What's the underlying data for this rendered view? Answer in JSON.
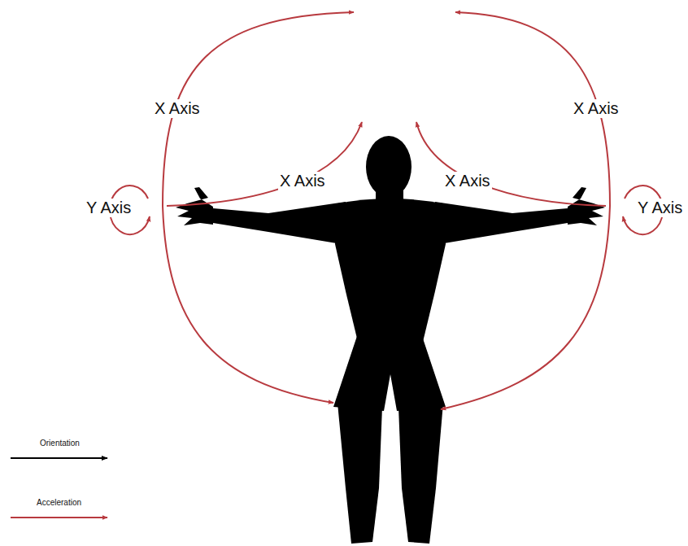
{
  "diagram": {
    "labels": [
      "X Axis",
      "X Axis",
      "X Axis",
      "X Axis",
      "Y Axis",
      "Y Axis"
    ],
    "legend": [
      {
        "text": "Orientation"
      },
      {
        "text": "Acceleration"
      }
    ]
  }
}
